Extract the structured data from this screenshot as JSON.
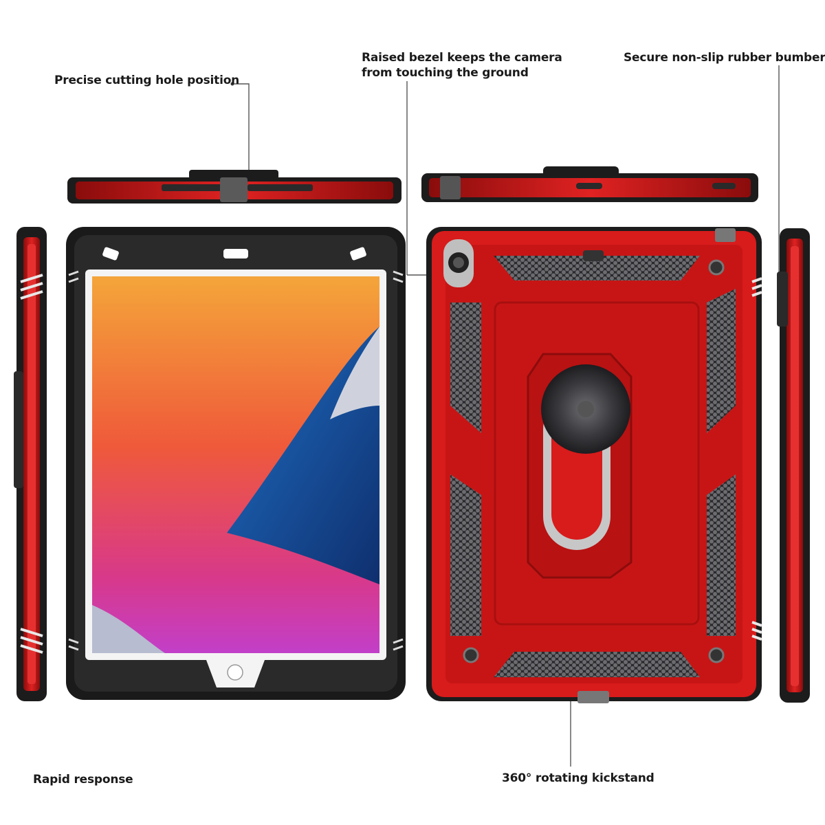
{
  "callouts": {
    "precise_cutting": "Precise cutting hole position",
    "raised_bezel_line1": "Raised bezel keeps the camera",
    "raised_bezel_line2": "from touching the ground",
    "rubber_bumper": "Secure non-slip rubber bumber",
    "rapid_response": "Rapid response",
    "kickstand": "360° rotating kickstand"
  },
  "colors": {
    "case_red": "#d81b1b",
    "case_dark_red": "#9e0f0f",
    "bumper_black": "#1c1c1c",
    "callout_line": "#555555"
  }
}
